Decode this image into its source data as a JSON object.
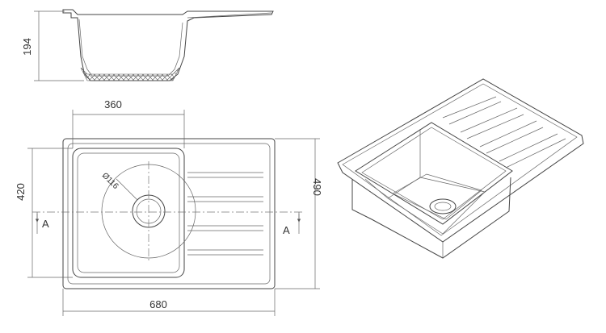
{
  "dimensions": {
    "height_profile": "194",
    "bowl_width": "360",
    "overall_width": "680",
    "bowl_depth": "420",
    "overall_depth": "490",
    "drain_diameter": "Ø116"
  },
  "section": {
    "left_marker": "A",
    "right_marker": "A"
  },
  "colors": {
    "line": "#444444",
    "background": "#ffffff"
  }
}
